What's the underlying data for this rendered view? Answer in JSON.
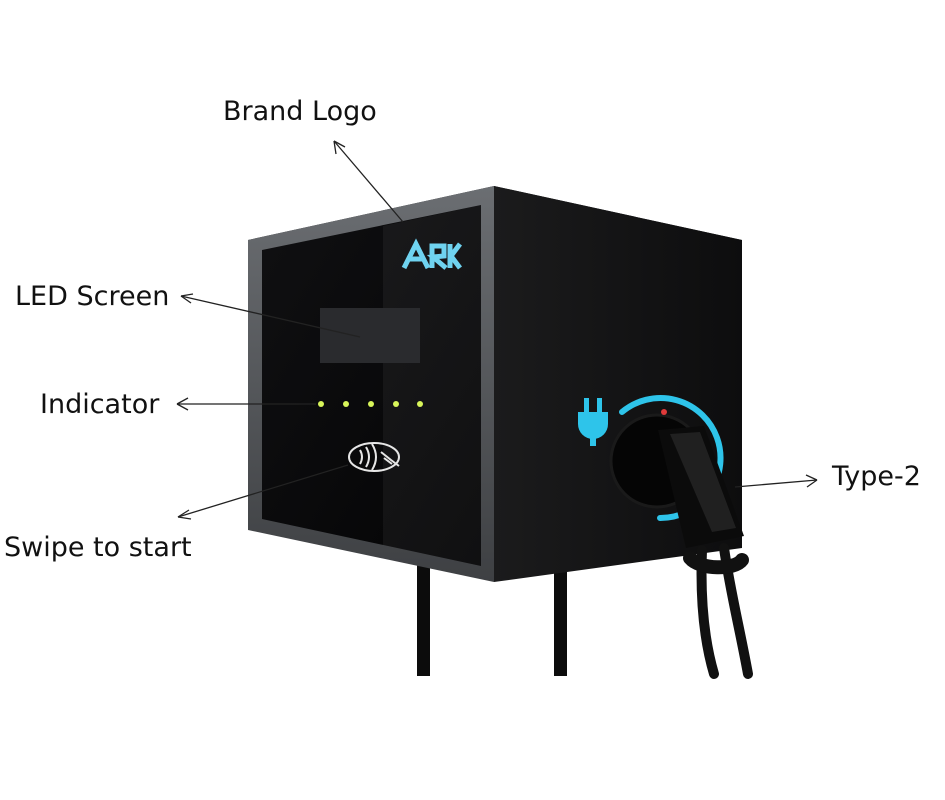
{
  "labels": {
    "brand_logo": "Brand Logo",
    "led_screen": "LED Screen",
    "indicator": "Indicator",
    "swipe": "Swipe to start",
    "type2": "Type-2"
  },
  "device": {
    "logo_text": "ARK",
    "indicator_count": 5
  },
  "colors": {
    "body": "#0a0a0a",
    "frame": "#55585c",
    "accent": "#2ec4ea",
    "indicator": "#d8f55a"
  },
  "icons": [
    "nfc-card-icon",
    "plug-icon"
  ]
}
